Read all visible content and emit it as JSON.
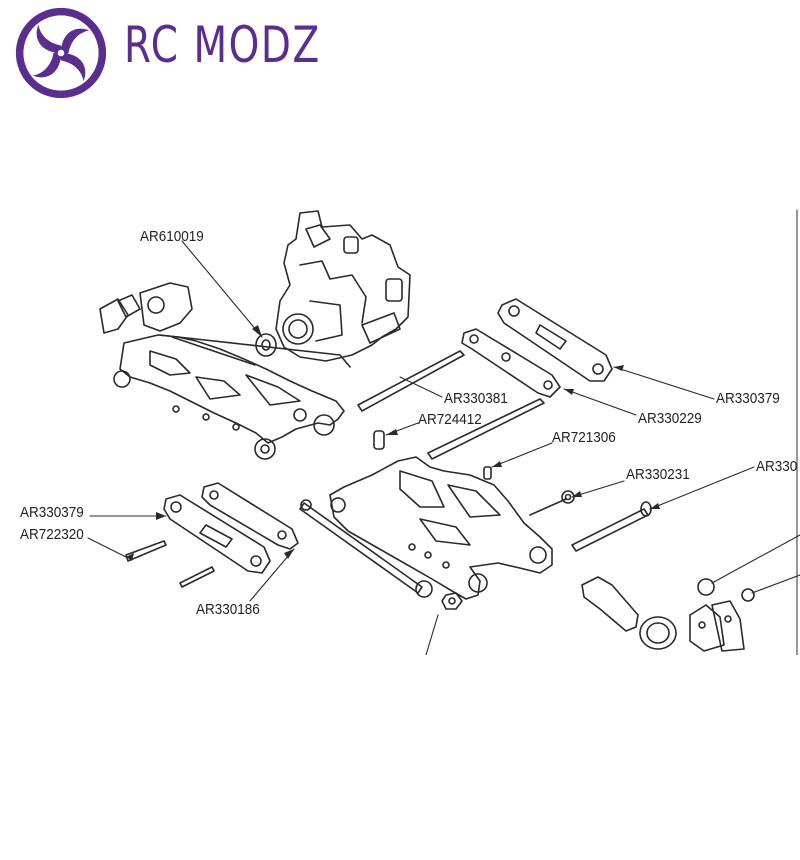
{
  "brand": {
    "name": "RC MODZ",
    "color": "#5b2d8e"
  },
  "diagram": {
    "line_color": "#2a2a2a",
    "callouts": {
      "ar610019": "AR610019",
      "ar330381": "AR330381",
      "ar724412": "AR724412",
      "ar721306": "AR721306",
      "ar330379_right": "AR330379",
      "ar330229": "AR330229",
      "ar330231": "AR330231",
      "ar330_cut": "AR330",
      "ar330379_left": "AR330379",
      "ar722320": "AR722320",
      "ar330186": "AR330186"
    }
  }
}
